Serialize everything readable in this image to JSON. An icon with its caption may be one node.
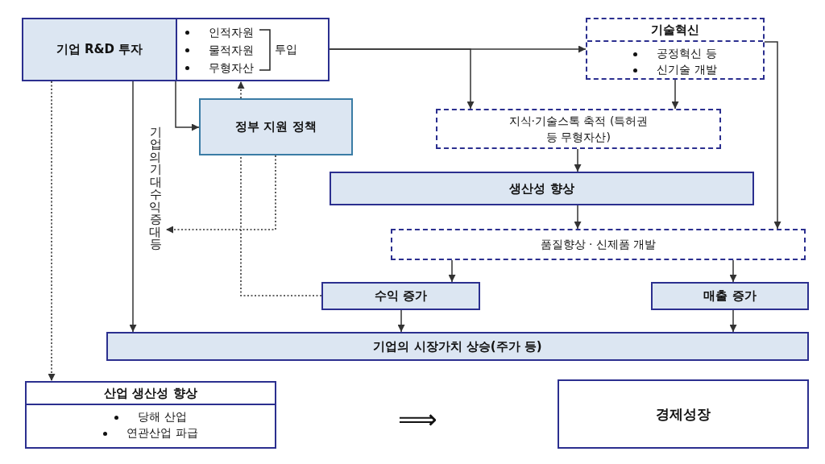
{
  "diagram": {
    "nodes": [
      {
        "text": [
          "기업 R&D 투자"
        ]
      },
      {
        "text": [
          "인적자원",
          "물적자원",
          "무형자산",
          "투입"
        ]
      },
      {
        "text": [
          "정부 지원 정책"
        ]
      },
      {
        "text": [
          "기술혁신",
          "공정혁신 등",
          "신기술 개발"
        ]
      },
      {
        "text": [
          "지식·기술스톡 축적 (특허권 등 무형자산)"
        ]
      },
      {
        "text": [
          "생산성 향상"
        ]
      },
      {
        "text": [
          "품질향상 · 신제품 개발"
        ]
      },
      {
        "text": [
          "수익 증가"
        ]
      },
      {
        "text": [
          "매출 증가"
        ]
      },
      {
        "text": [
          "기업의 시장가치 상승(주가 등)"
        ]
      },
      {
        "text": [
          "산업 생산성 향상",
          "당해 산업",
          "연관산업 파급"
        ]
      },
      {
        "text": [
          "경제성장"
        ]
      },
      {
        "text": [
          "기업의 기대수익 증대 등"
        ]
      }
    ],
    "edges": [
      {
        "from": 1,
        "to": 3,
        "arrow": "to"
      },
      {
        "from": 1,
        "to": 4,
        "arrow": "to"
      },
      {
        "from": 0,
        "to": 2,
        "arrow": "to"
      },
      {
        "from": 2,
        "to": 1,
        "arrow": "to",
        "style": "dashed"
      },
      {
        "from": 7,
        "to": 2,
        "arrow": "none",
        "style": "dashed"
      },
      {
        "from": 2,
        "to": 12,
        "arrow": "to",
        "style": "dashed"
      },
      {
        "from": 0,
        "to": 9,
        "arrow": "to"
      },
      {
        "from": 0,
        "to": 10,
        "arrow": "to",
        "style": "dashed"
      },
      {
        "from": 3,
        "to": 4,
        "arrow": "to"
      },
      {
        "from": 3,
        "to": 6,
        "arrow": "to"
      },
      {
        "from": 4,
        "to": 5,
        "arrow": "to"
      },
      {
        "from": 5,
        "to": 6,
        "arrow": "to"
      },
      {
        "from": 6,
        "to": 7,
        "arrow": "to"
      },
      {
        "from": 6,
        "to": 8,
        "arrow": "to"
      },
      {
        "from": 7,
        "to": 9,
        "arrow": "to"
      },
      {
        "from": 8,
        "to": 9,
        "arrow": "to"
      }
    ],
    "labels": [
      "⟹"
    ]
  }
}
